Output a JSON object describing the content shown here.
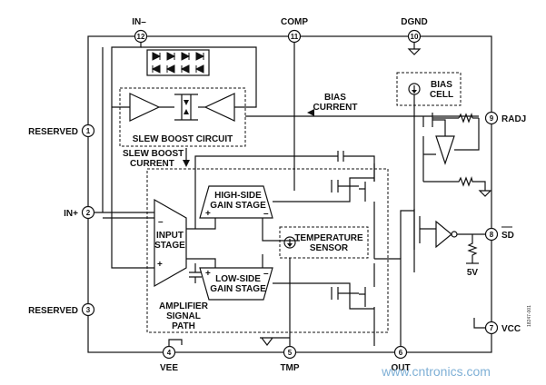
{
  "pins": {
    "in_minus": {
      "label": "IN–",
      "num": "12"
    },
    "comp": {
      "label": "COMP",
      "num": "11"
    },
    "dgnd": {
      "label": "DGND",
      "num": "10"
    },
    "radj": {
      "label": "RADJ",
      "num": "9"
    },
    "sd": {
      "label": "SD",
      "num": "8"
    },
    "vcc": {
      "label": "VCC",
      "num": "7"
    },
    "out": {
      "label": "OUT",
      "num": "6"
    },
    "tmp": {
      "label": "TMP",
      "num": "5"
    },
    "vee": {
      "label": "VEE",
      "num": "4"
    },
    "reserved3": {
      "label": "RESERVED",
      "num": "3"
    },
    "in_plus": {
      "label": "IN+",
      "num": "2"
    },
    "reserved1": {
      "label": "RESERVED",
      "num": "1"
    }
  },
  "blocks": {
    "slew_boost_circuit": "SLEW BOOST CIRCUIT",
    "slew_boost_current_1": "SLEW BOOST",
    "slew_boost_current_2": "CURRENT",
    "bias_current_1": "BIAS",
    "bias_current_2": "CURRENT",
    "bias_cell_1": "BIAS",
    "bias_cell_2": "CELL",
    "input_stage_1": "INPUT",
    "input_stage_2": "STAGE",
    "high_side_1": "HIGH-SIDE",
    "high_side_2": "GAIN STAGE",
    "low_side_1": "LOW-SIDE",
    "low_side_2": "GAIN STAGE",
    "temp_sensor_1": "TEMPERATURE",
    "temp_sensor_2": "SENSOR",
    "amp_path_1": "AMPLIFIER",
    "amp_path_2": "SIGNAL",
    "amp_path_3": "PATH",
    "five_v": "5V",
    "plus": "+",
    "minus": "–"
  },
  "watermark": "www.cntronics.com",
  "figure_code": "18247-001"
}
